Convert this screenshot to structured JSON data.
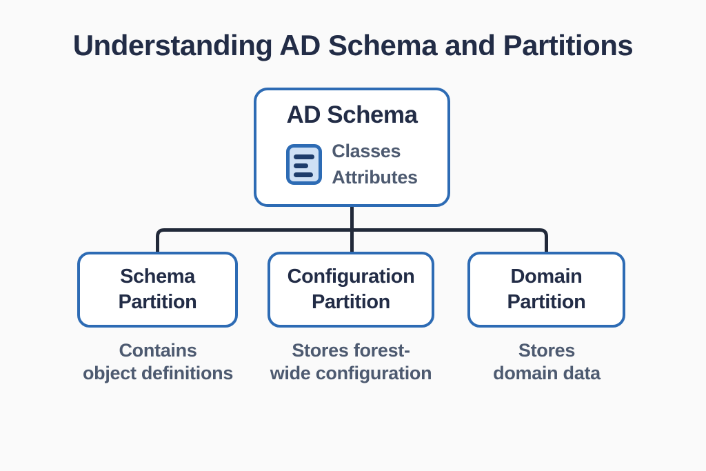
{
  "title": "Understanding AD Schema and Partitions",
  "root_node": {
    "title": "AD Schema",
    "icon": "document-lines-icon",
    "features": [
      "Classes",
      "Attributes"
    ]
  },
  "child_nodes": [
    {
      "title_lines": [
        "Schema",
        "Partition"
      ],
      "description_lines": [
        "Contains",
        "object definitions"
      ]
    },
    {
      "title_lines": [
        "Configuration",
        "Partition"
      ],
      "description_lines": [
        "Stores forest-",
        "wide configuration"
      ]
    },
    {
      "title_lines": [
        "Domain",
        "Partition"
      ],
      "description_lines": [
        "Stores",
        "domain data"
      ]
    }
  ],
  "colors": {
    "background": "#fafafa",
    "box_bg": "#ffffff",
    "accent_blue": "#2d6bb4",
    "navy": "#222c46",
    "connector": "#212939",
    "slate": "#4d5a70",
    "icon_fill": "#cfe0f5",
    "icon_bar": "#1e3c6b"
  }
}
